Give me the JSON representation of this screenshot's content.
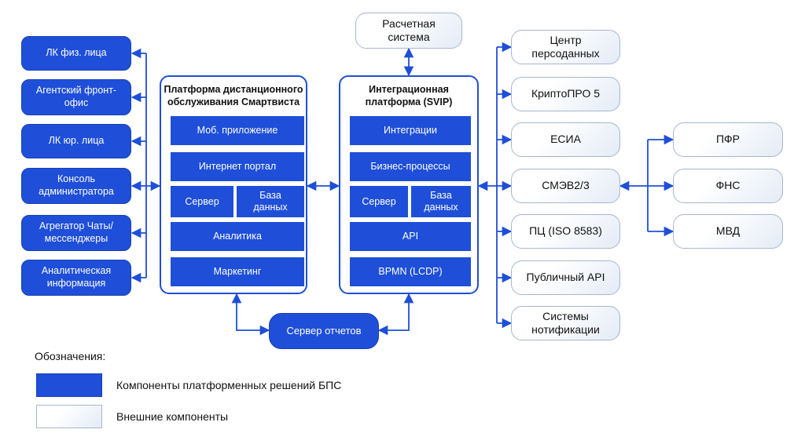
{
  "left_clients": [
    "ЛК физ. лица",
    "Агентский фронт-\nофис",
    "ЛК юр. лица",
    "Консоль\nадминистратора",
    "Агрегатор Чаты/\nмессенджеры",
    "Аналитическая\nинформация"
  ],
  "platform_remote": {
    "title": "Платформа дистанционного\nобслуживания Смартвиста",
    "modules": [
      "Моб. приложение",
      "Интернет портал",
      "Сервер",
      "База\nданных",
      "Аналитика",
      "Маркетинг"
    ]
  },
  "platform_integration": {
    "title": "Интеграционная\nплатформа (SVIP)",
    "modules": [
      "Интеграции",
      "Бизнес-процессы",
      "Сервер",
      "База\nданных",
      "API",
      "BPMN (LCDP)"
    ]
  },
  "billing_system": "Расчетная\nсистема",
  "report_server": "Сервер отчетов",
  "external_right": [
    "Центр\nперсоданных",
    "КриптоПРО 5",
    "ЕСИА",
    "СМЭВ2/3",
    "ПЦ (ISO 8583)",
    "Публичный API",
    "Системы\nнотификации"
  ],
  "government": [
    "ПФР",
    "ФНС",
    "МВД"
  ],
  "legend": {
    "title": "Обозначения:",
    "platform_components": "Компоненты платформенных решений БПС",
    "external_components": "Внешние компоненты"
  },
  "colors": {
    "platform_blue": "#1f4fd8",
    "external_border": "#a6b6cf",
    "external_fill": "#e4ebf6"
  }
}
